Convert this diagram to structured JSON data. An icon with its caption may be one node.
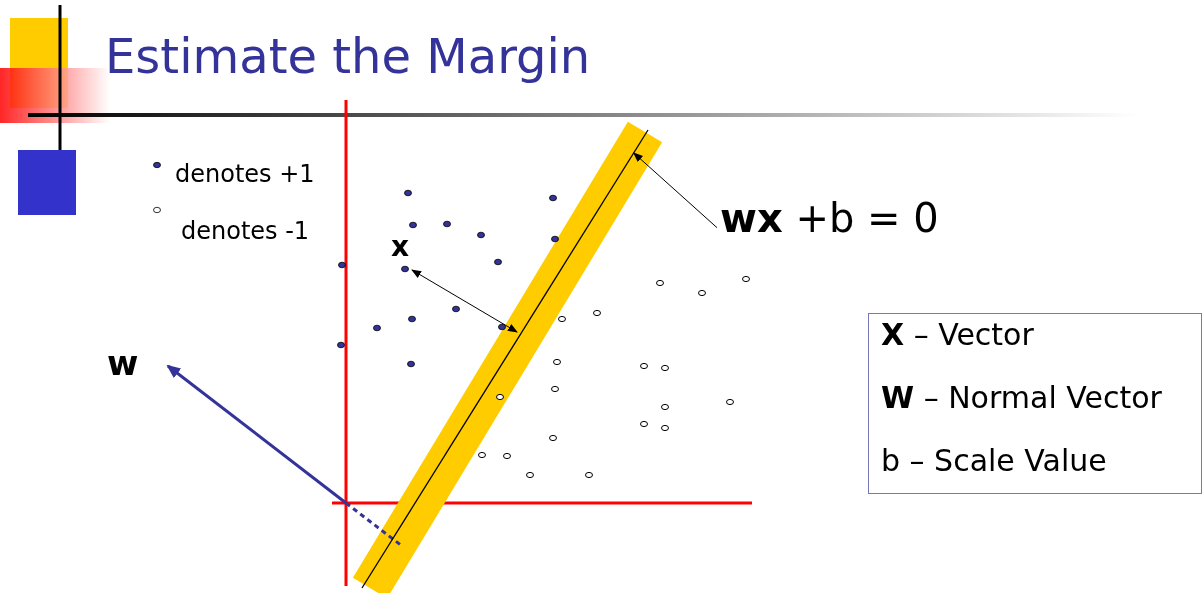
{
  "diagram": {
    "title": "Estimate the Margin",
    "nodes": [
      {
        "text": [
          "**wx** +b = 0"
        ]
      },
      {
        "text": [],
        "shape": "line"
      },
      {
        "text": [
          "**X** – Vector",
          "**W** – Normal Vector",
          "b  – Scale Value"
        ]
      }
    ],
    "edges": [
      {
        "from": 0,
        "to": 1,
        "arrow": "to"
      }
    ],
    "labels": [
      "x",
      "w"
    ],
    "legend": [
      {
        "text": "denotes +1"
      },
      {
        "text": "denotes -1"
      }
    ]
  }
}
